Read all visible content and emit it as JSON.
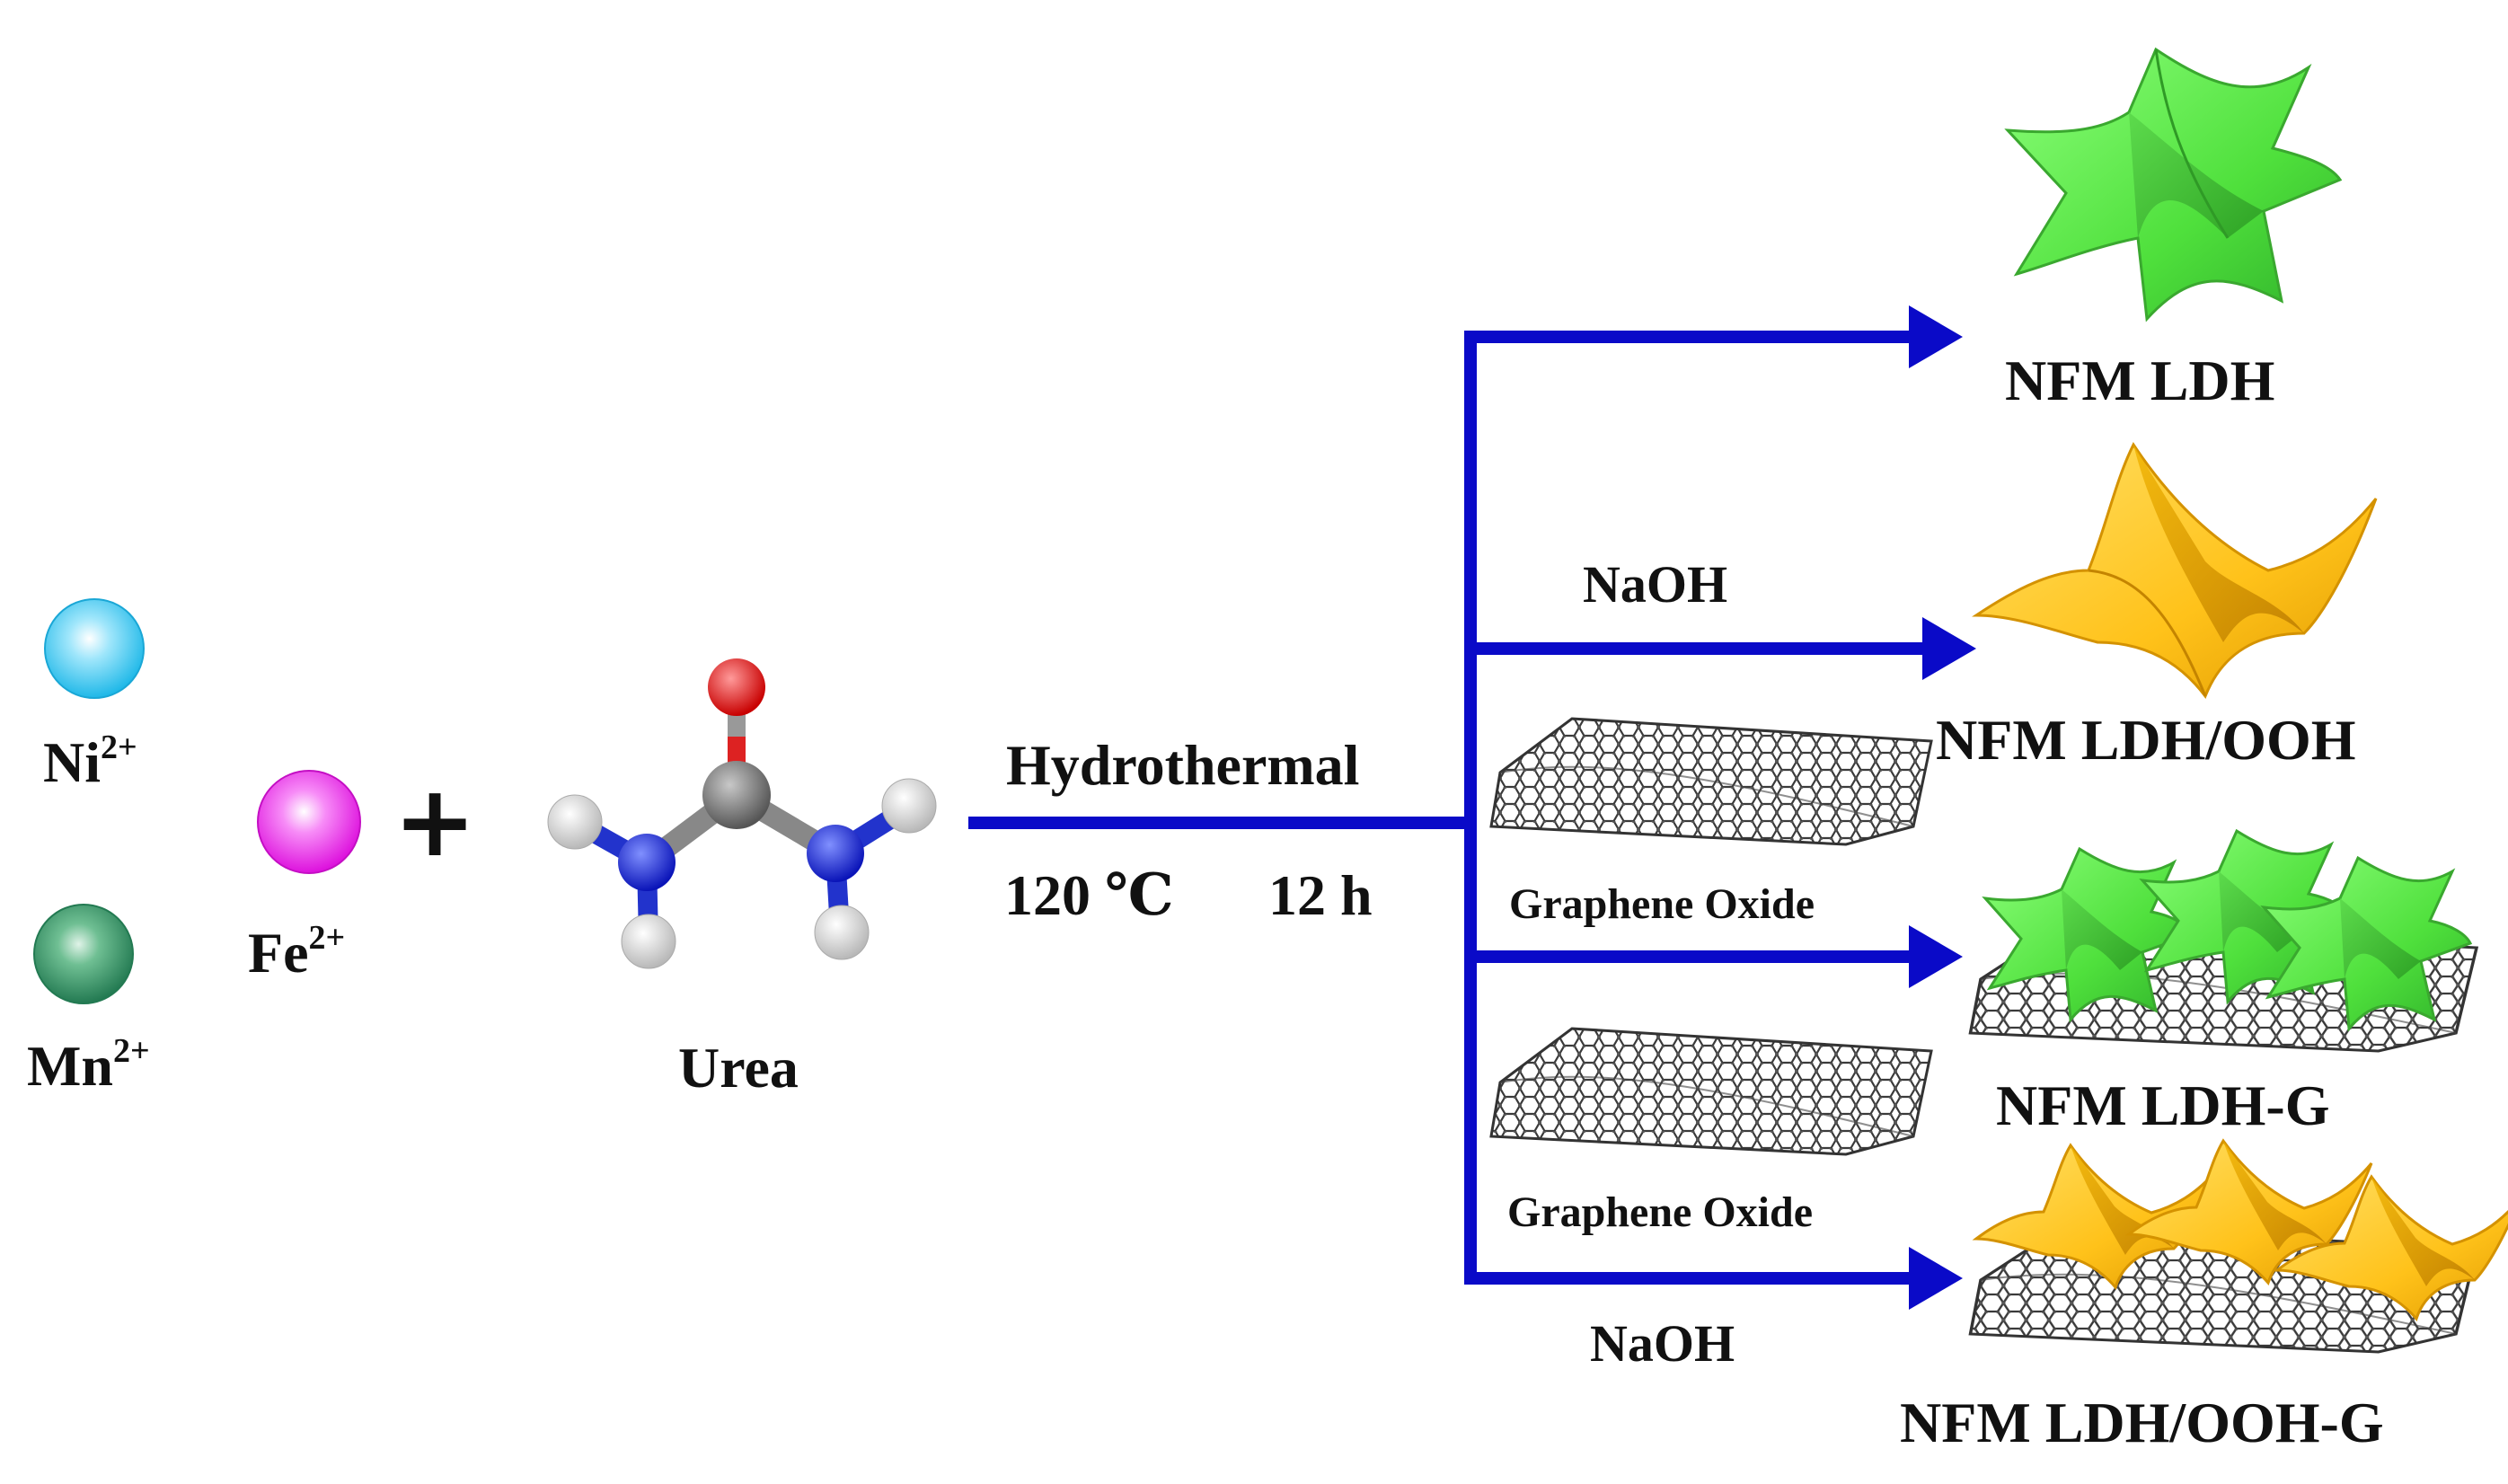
{
  "ions": {
    "ni": {
      "symbol": "Ni",
      "charge": "2+",
      "color": "#3cc8f0"
    },
    "mn": {
      "symbol": "Mn",
      "charge": "2+",
      "color": "#2f8f63"
    },
    "fe": {
      "symbol": "Fe",
      "charge": "2+",
      "color": "#ee22ee"
    }
  },
  "plus_sign": "+",
  "urea": {
    "label": "Urea",
    "atom_colors": {
      "oxygen": "#dd1111",
      "carbon": "#777777",
      "nitrogen": "#1a2adf",
      "hydrogen": "#f2f2f2"
    }
  },
  "process": {
    "method": "Hydrothermal",
    "temperature": "120 ℃",
    "time": "12 h"
  },
  "arrow_color": "#0a0ac8",
  "branches": [
    {
      "reagent": "",
      "product": "NFM LDH",
      "flake_color": "#55ee44",
      "support": "none"
    },
    {
      "reagent": "NaOH",
      "product": "NFM LDH/OOH",
      "flake_color": "#ffc819",
      "support": "none"
    },
    {
      "reagent": "Graphene Oxide",
      "product": "NFM LDH-G",
      "flake_color": "#55ee44",
      "support": "graphene"
    },
    {
      "reagent": "Graphene Oxide",
      "reagent2": "NaOH",
      "product": "NFM LDH/OOH-G",
      "flake_color": "#ffc819",
      "support": "graphene"
    }
  ]
}
